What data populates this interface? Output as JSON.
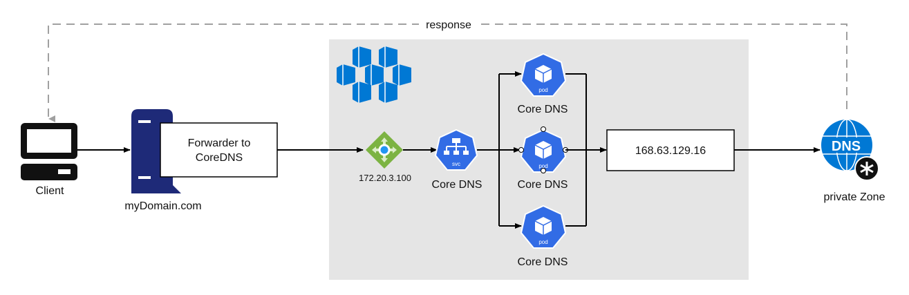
{
  "diagram": {
    "response_label": "response",
    "client_label": "Client",
    "server_label": "myDomain.com",
    "forwarder_line1": "Forwarder to",
    "forwarder_line2": "CoreDNS",
    "ingress_ip": "172.20.3.100",
    "svc_label": "Core DNS",
    "svc_icon_text": "svc",
    "pod_icon_text": "pod",
    "pod_top_label": "Core DNS",
    "pod_mid_label": "Core DNS",
    "pod_bottom_label": "Core DNS",
    "upstream_ip": "168.63.129.16",
    "dns_icon_text": "DNS",
    "private_zone_label": "private Zone"
  },
  "colors": {
    "k8s_blue": "#326CE5",
    "azure_blue": "#0078D4",
    "server_navy": "#1E2A78",
    "cluster_bg": "#E5E5E5",
    "ingress_green": "#7CB342",
    "dash_gray": "#A0A0A0"
  }
}
